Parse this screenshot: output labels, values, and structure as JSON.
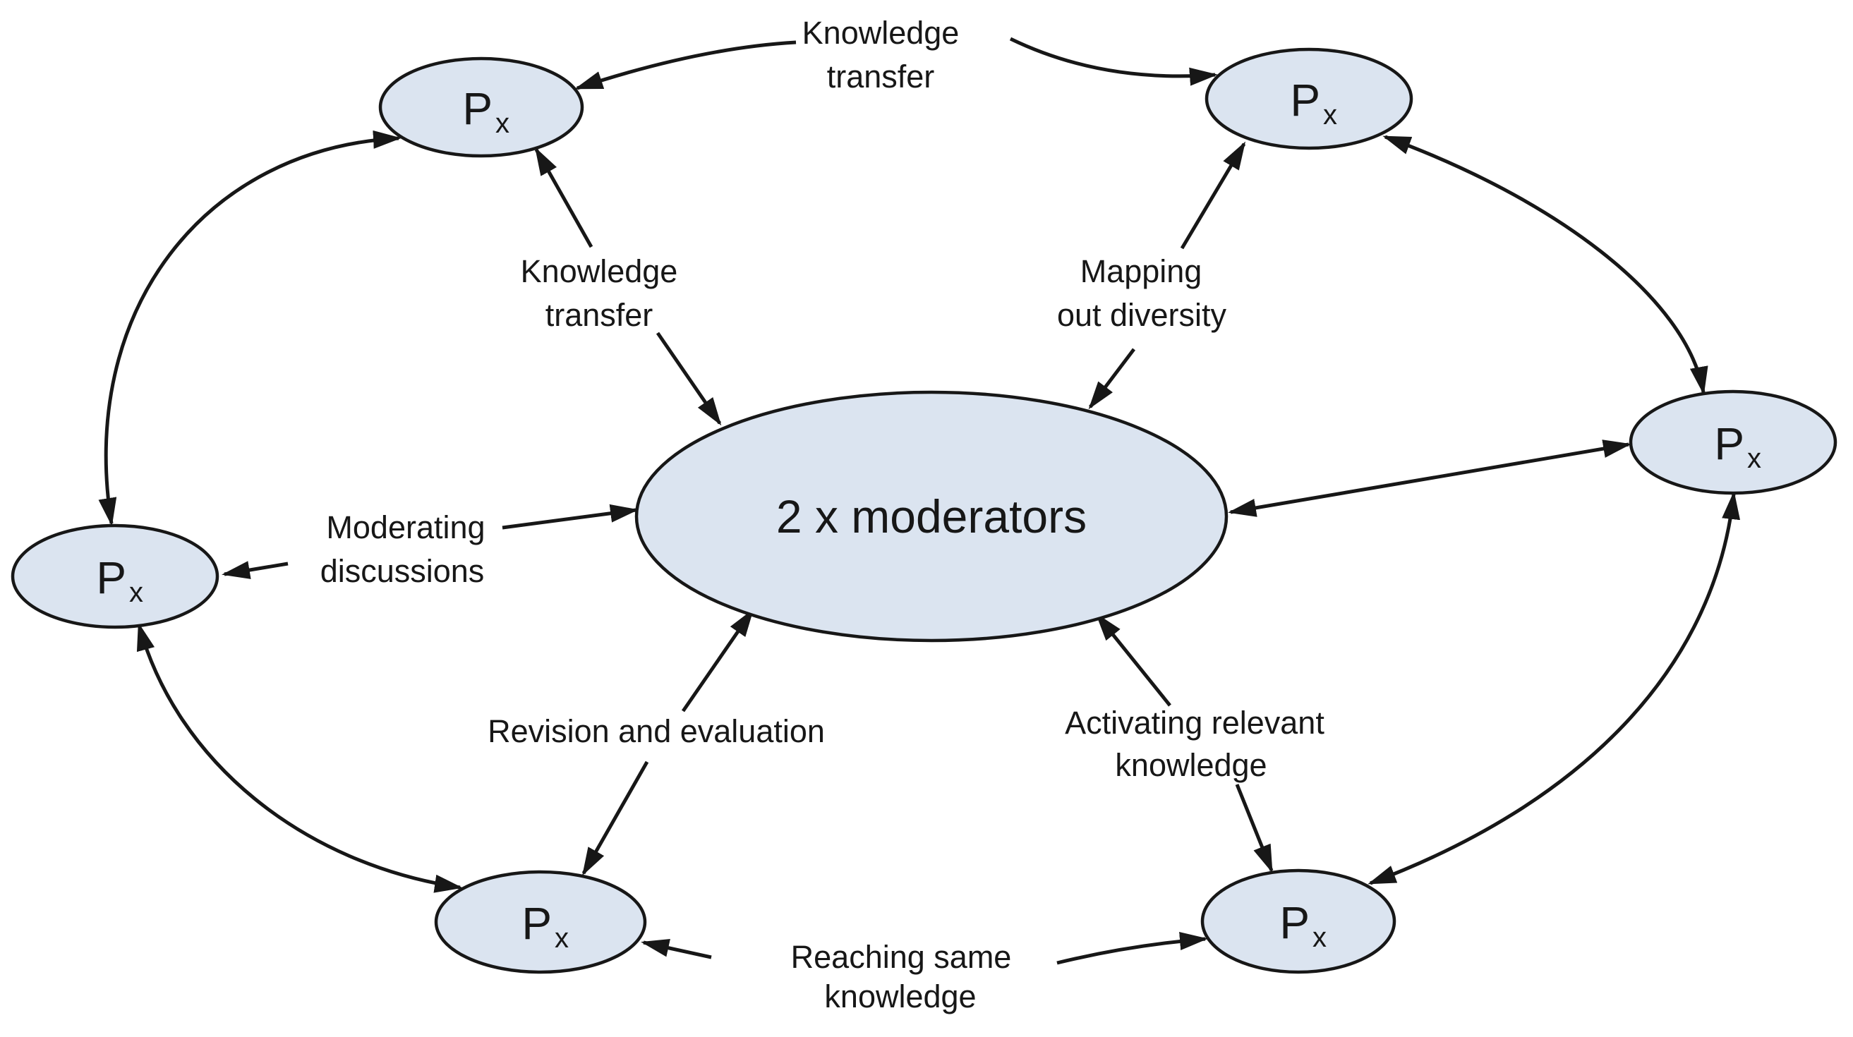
{
  "diagram": {
    "background": "#ffffff",
    "node_fill": "#dbe4f0",
    "node_stroke": "#171717",
    "arrow_color": "#171717",
    "center_node": {
      "label": "2 x moderators"
    },
    "participant_node": {
      "label_main": "P",
      "label_sub": "x"
    },
    "edge_labels": {
      "knowledge_transfer_outer": {
        "line1": "Knowledge",
        "line2": "transfer"
      },
      "knowledge_transfer_inner": {
        "line1": "Knowledge",
        "line2": "transfer"
      },
      "mapping_out_diversity": {
        "line1": "Mapping",
        "line2": "out diversity"
      },
      "moderating_discussions": {
        "line1": "Moderating",
        "line2": "discussions"
      },
      "revision_and_evaluation": {
        "line1": "Revision and evaluation"
      },
      "activating_relevant_knowledge": {
        "line1": "Activating relevant",
        "line2": "knowledge"
      },
      "reaching_same_knowledge": {
        "line1": "Reaching same",
        "line2": "knowledge"
      }
    }
  }
}
